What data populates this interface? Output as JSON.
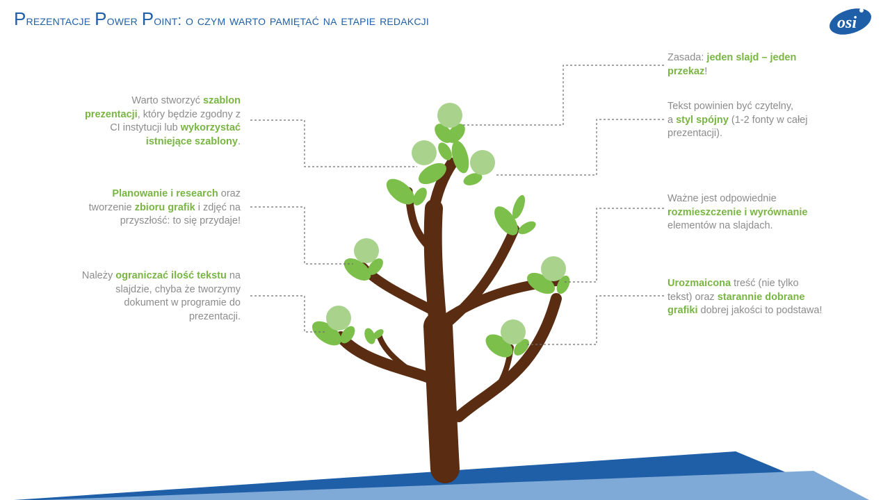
{
  "slide": {
    "title_first": "P",
    "title_rest": "rezentacje ",
    "title_p2": "P",
    "title_rest2": "ower ",
    "title_p3": "P",
    "title_rest3": "oint: o czym warto pamiętać na etapie redakcji"
  },
  "colors": {
    "title": "#1f5fa8",
    "text": "#8c8c8c",
    "highlight": "#79b543",
    "trunk": "#5a2d12",
    "leaf": "#7cbf4a",
    "circle": "#a9d38d",
    "ground_dark": "#1f5fa8",
    "ground_light": "#7fa9d6"
  },
  "logo": {
    "icon": "osi-logo"
  },
  "left_blocks": [
    {
      "parts": [
        {
          "t": "Warto stworzyć "
        },
        {
          "t": "szablon",
          "h": true
        },
        {
          "br": true
        },
        {
          "t": "prezentacji",
          "h": true
        },
        {
          "t": ", który będzie zgodny z"
        },
        {
          "br": true
        },
        {
          "t": "CI instytucji lub "
        },
        {
          "t": "wykorzystać",
          "h": true
        },
        {
          "br": true
        },
        {
          "t": "istniejące szablony",
          "h": true
        },
        {
          "t": "."
        }
      ]
    },
    {
      "parts": [
        {
          "t": "Planowanie i research",
          "h": true
        },
        {
          "t": " oraz"
        },
        {
          "br": true
        },
        {
          "t": "tworzenie "
        },
        {
          "t": "zbioru grafik",
          "h": true
        },
        {
          "t": " i zdjęć na"
        },
        {
          "br": true
        },
        {
          "t": "przyszłość: to się przydaje!"
        }
      ]
    },
    {
      "parts": [
        {
          "t": "Należy "
        },
        {
          "t": "ograniczać ilość tekstu",
          "h": true
        },
        {
          "t": " na"
        },
        {
          "br": true
        },
        {
          "t": "slajdzie, chyba że tworzymy"
        },
        {
          "br": true
        },
        {
          "t": "dokument w programie do"
        },
        {
          "br": true
        },
        {
          "t": "prezentacji."
        }
      ]
    }
  ],
  "right_blocks": [
    {
      "parts": [
        {
          "t": "Zasada: "
        },
        {
          "t": "jeden slajd – jeden",
          "h": true
        },
        {
          "br": true
        },
        {
          "t": "przekaz",
          "h": true
        },
        {
          "t": "!"
        }
      ]
    },
    {
      "parts": [
        {
          "t": "Tekst powinien być czytelny,"
        },
        {
          "br": true
        },
        {
          "t": "a "
        },
        {
          "t": "styl spójny",
          "h": true
        },
        {
          "t": " (1-2 fonty w całej"
        },
        {
          "br": true
        },
        {
          "t": "prezentacji)."
        }
      ]
    },
    {
      "parts": [
        {
          "t": "Ważne jest odpowiednie"
        },
        {
          "br": true
        },
        {
          "t": "rozmieszczenie i wyrównanie",
          "h": true
        },
        {
          "br": true
        },
        {
          "t": "elementów na slajdach."
        }
      ]
    },
    {
      "parts": [
        {
          "t": "Urozmaicona",
          "h": true
        },
        {
          "t": " treść (nie tylko"
        },
        {
          "br": true
        },
        {
          "t": "tekst) oraz "
        },
        {
          "t": "starannie dobrane",
          "h": true
        },
        {
          "br": true
        },
        {
          "t": "grafiki",
          "h": true
        },
        {
          "t": " dobrej jakości to podstawa!"
        }
      ]
    }
  ]
}
